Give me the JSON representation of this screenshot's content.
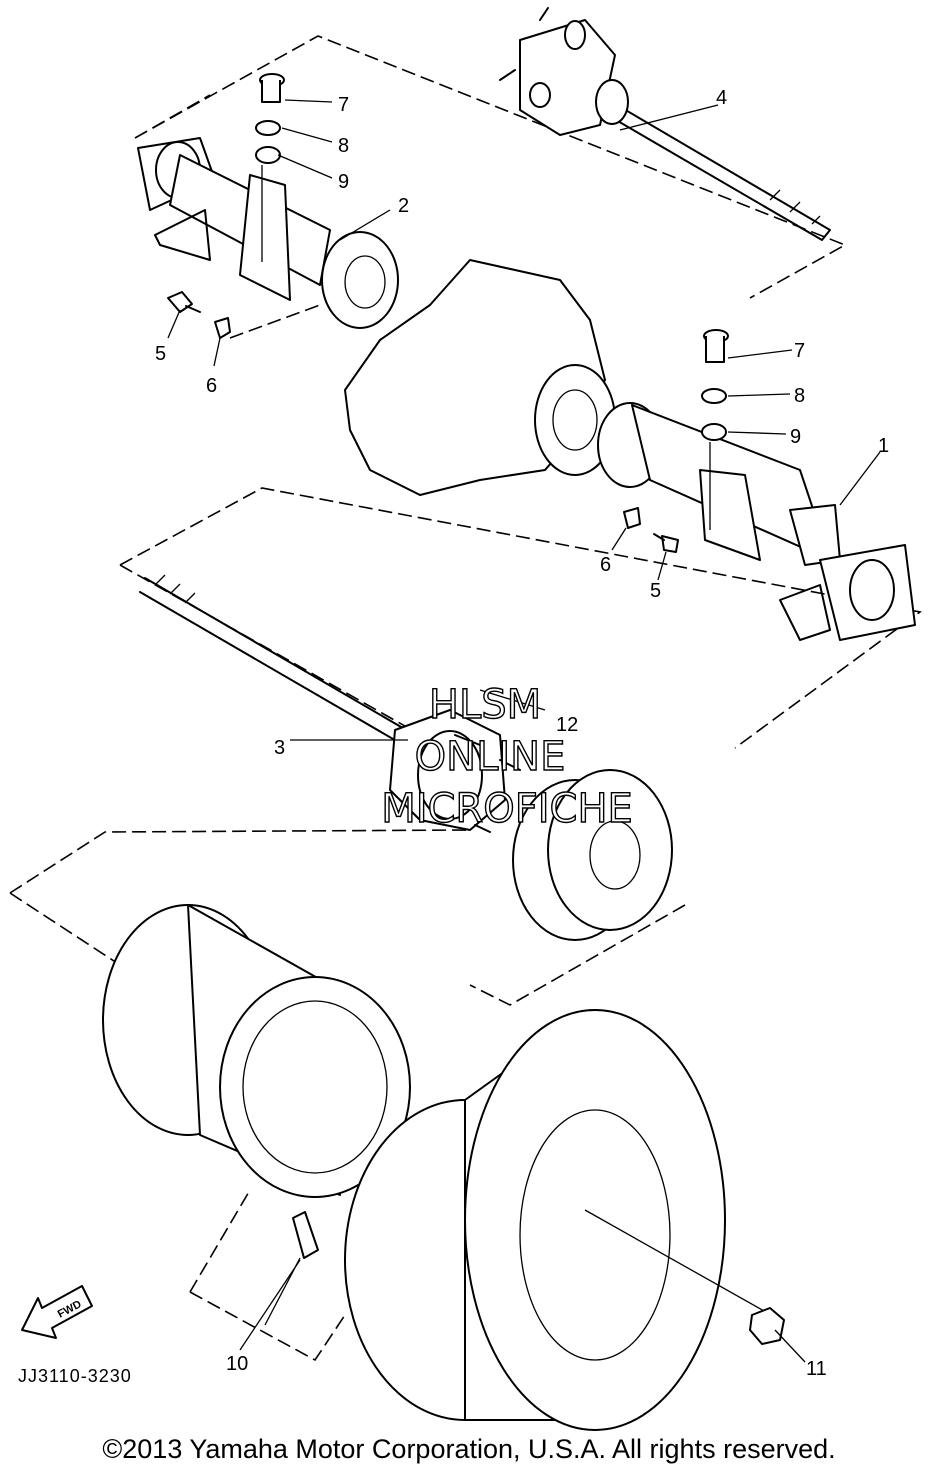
{
  "diagram": {
    "callouts": [
      {
        "id": "c7a",
        "label": "7"
      },
      {
        "id": "c8a",
        "label": "8"
      },
      {
        "id": "c9a",
        "label": "9"
      },
      {
        "id": "c2",
        "label": "2"
      },
      {
        "id": "c4",
        "label": "4"
      },
      {
        "id": "c5a",
        "label": "5"
      },
      {
        "id": "c6a",
        "label": "6"
      },
      {
        "id": "c7b",
        "label": "7"
      },
      {
        "id": "c8b",
        "label": "8"
      },
      {
        "id": "c9b",
        "label": "9"
      },
      {
        "id": "c1",
        "label": "1"
      },
      {
        "id": "c6b",
        "label": "6"
      },
      {
        "id": "c5b",
        "label": "5"
      },
      {
        "id": "c3",
        "label": "3"
      },
      {
        "id": "c12",
        "label": "12"
      },
      {
        "id": "c10",
        "label": "10"
      },
      {
        "id": "c11",
        "label": "11"
      }
    ],
    "watermark": [
      "HLSM",
      "ONLINE",
      "MICROFICHE"
    ],
    "fwd_label": "FWD",
    "diagram_code": "JJ3110-3230"
  },
  "footer": {
    "copyright": "©2013 Yamaha Motor Corporation, U.S.A. All rights reserved."
  }
}
